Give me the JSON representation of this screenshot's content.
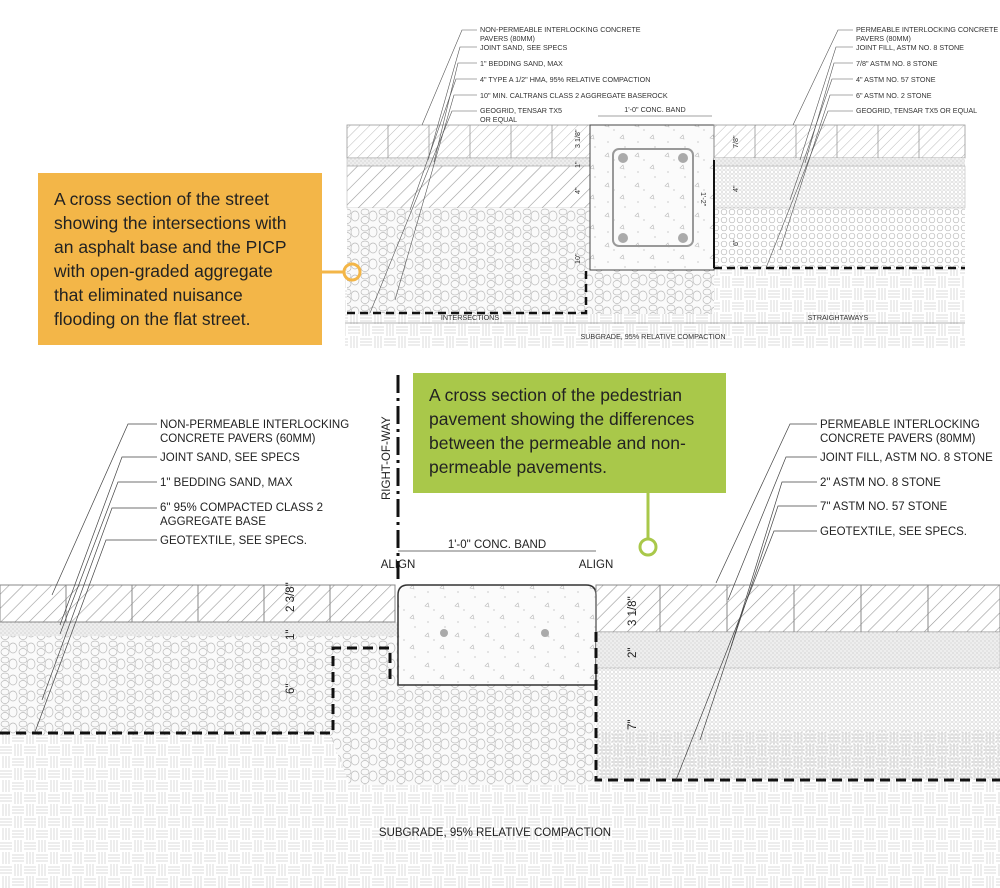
{
  "colors": {
    "orange_callout": "#f3b648",
    "green_callout": "#a9c84a"
  },
  "callouts": {
    "street": "A cross section of the street showing the intersections with an asphalt base and the PICP with open-graded aggregate that eliminated nuisance flooding on the flat street.",
    "pedestrian": "A cross section of the pedestrian pavement showing the differences between the permeable and non-permeable pavements."
  },
  "street_section": {
    "left_labels": [
      "NON-PERMEABLE INTERLOCKING CONCRETE",
      "PAVERS (80MM)",
      "JOINT SAND, SEE SPECS",
      "1\" BEDDING SAND, MAX",
      "4\" TYPE A 1/2\" HMA, 95% RELATIVE COMPACTION",
      "10\" MIN. CALTRANS CLASS 2 AGGREGATE BASEROCK",
      "GEOGRID, TENSAR TX5",
      "OR EQUAL"
    ],
    "right_labels": [
      "PERMEABLE INTERLOCKING CONCRETE",
      "PAVERS (80MM)",
      "JOINT FILL, ASTM NO. 8 STONE",
      "7/8\" ASTM NO. 8 STONE",
      "4\" ASTM NO. 57 STONE",
      "6\" ASTM NO. 2 STONE",
      "GEOGRID, TENSAR TX5 OR EQUAL"
    ],
    "band_label": "1'-0\" CONC. BAND",
    "dims": {
      "paver": "3 1/8\"",
      "bedding": "1\"",
      "hma": "4\"",
      "base": "10\"",
      "band": "1'-2\"",
      "stone8": "7/8\"",
      "stone57": "4\"",
      "stone2": "6\""
    },
    "intersections": "INTERSECTIONS",
    "straightaways": "STRAIGHTAWAYS",
    "subgrade": "SUBGRADE, 95% RELATIVE COMPACTION"
  },
  "pedestrian_section": {
    "left_labels": [
      "NON-PERMEABLE INTERLOCKING",
      "CONCRETE PAVERS (60MM)",
      "JOINT SAND, SEE SPECS",
      "1\" BEDDING SAND, MAX",
      "6\" 95% COMPACTED CLASS 2",
      "AGGREGATE BASE",
      "GEOTEXTILE, SEE SPECS."
    ],
    "right_labels": [
      "PERMEABLE INTERLOCKING",
      "CONCRETE PAVERS (80MM)",
      "JOINT FILL, ASTM NO. 8 STONE",
      "2\" ASTM NO. 8 STONE",
      "7\" ASTM NO. 57 STONE",
      "GEOTEXTILE, SEE SPECS."
    ],
    "right_of_way": "RIGHT-OF-WAY",
    "band_label": "1'-0\" CONC. BAND",
    "align": "ALIGN",
    "dims": {
      "left_paver": "2 3/8\"",
      "bedding": "1\"",
      "base": "6\"",
      "right_paver": "3 1/8\"",
      "stone8": "2\"",
      "stone57": "7\""
    },
    "subgrade": "SUBGRADE, 95% RELATIVE COMPACTION"
  }
}
